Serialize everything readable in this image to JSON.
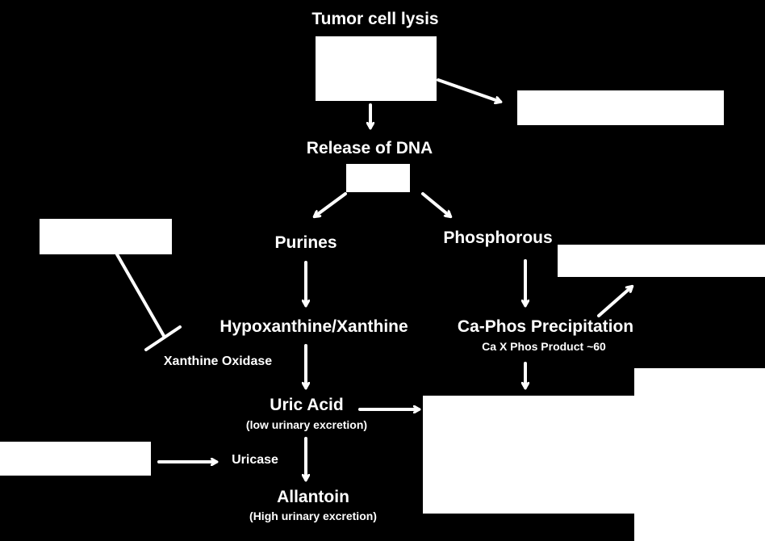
{
  "colors": {
    "background": "#000000",
    "foreground": "#ffffff"
  },
  "nodes": {
    "tumor_cell_lysis": "Tumor cell lysis",
    "release_of_dna": "Release of DNA",
    "purines": "Purines",
    "phosphorous": "Phosphorous",
    "hypoxanthine_xanthine": "Hypoxanthine/Xanthine",
    "ca_phos_precipitation": "Ca-Phos Precipitation",
    "ca_phos_product": "Ca X Phos Product ~60",
    "xanthine_oxidase": "Xanthine Oxidase",
    "uric_acid": "Uric Acid",
    "uric_acid_note": "(low urinary excretion)",
    "uricase": "Uricase",
    "allantoin": "Allantoin",
    "allantoin_note": "(High urinary excretion)"
  },
  "icons": {
    "arrow": "arrow-icon",
    "inhibition": "inhibition-bar-icon"
  }
}
